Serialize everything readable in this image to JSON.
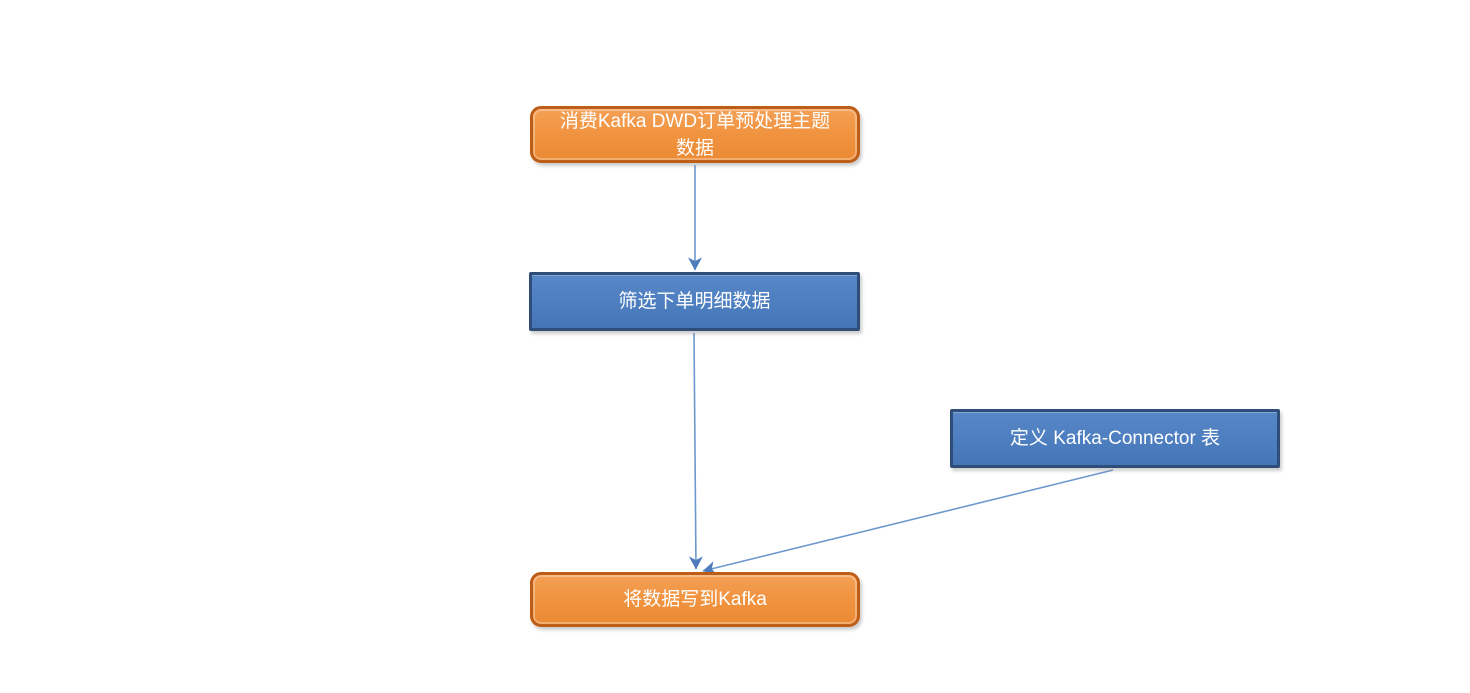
{
  "diagram": {
    "type": "flowchart",
    "nodes": [
      {
        "id": "consume-kafka",
        "label": "消费Kafka DWD订单预处理主题数据",
        "shape": "rounded-rectangle",
        "role": "terminator",
        "fill": "#F0923E"
      },
      {
        "id": "filter-orders",
        "label": "筛选下单明细数据",
        "shape": "rectangle",
        "role": "process",
        "fill": "#4C7DBF"
      },
      {
        "id": "define-connector",
        "label": "定义 Kafka-Connector 表",
        "shape": "rectangle",
        "role": "process",
        "fill": "#4C7DBF"
      },
      {
        "id": "write-kafka",
        "label": "将数据写到Kafka",
        "shape": "rounded-rectangle",
        "role": "terminator",
        "fill": "#F0923E"
      }
    ],
    "edges": [
      {
        "from": "consume-kafka",
        "to": "filter-orders",
        "style": "arrow"
      },
      {
        "from": "filter-orders",
        "to": "write-kafka",
        "style": "arrow"
      },
      {
        "from": "define-connector",
        "to": "write-kafka",
        "style": "arrow"
      }
    ],
    "colors": {
      "canvas_bg": "#FFFFFF",
      "orange_fill": "#F0923E",
      "orange_border": "#BE5D17",
      "blue_fill": "#4C7DBF",
      "blue_border": "#2E4D79",
      "arrow_line": "#6D98CE",
      "arrow_head": "#4F7DBC",
      "text": "#FFFFFF"
    }
  }
}
